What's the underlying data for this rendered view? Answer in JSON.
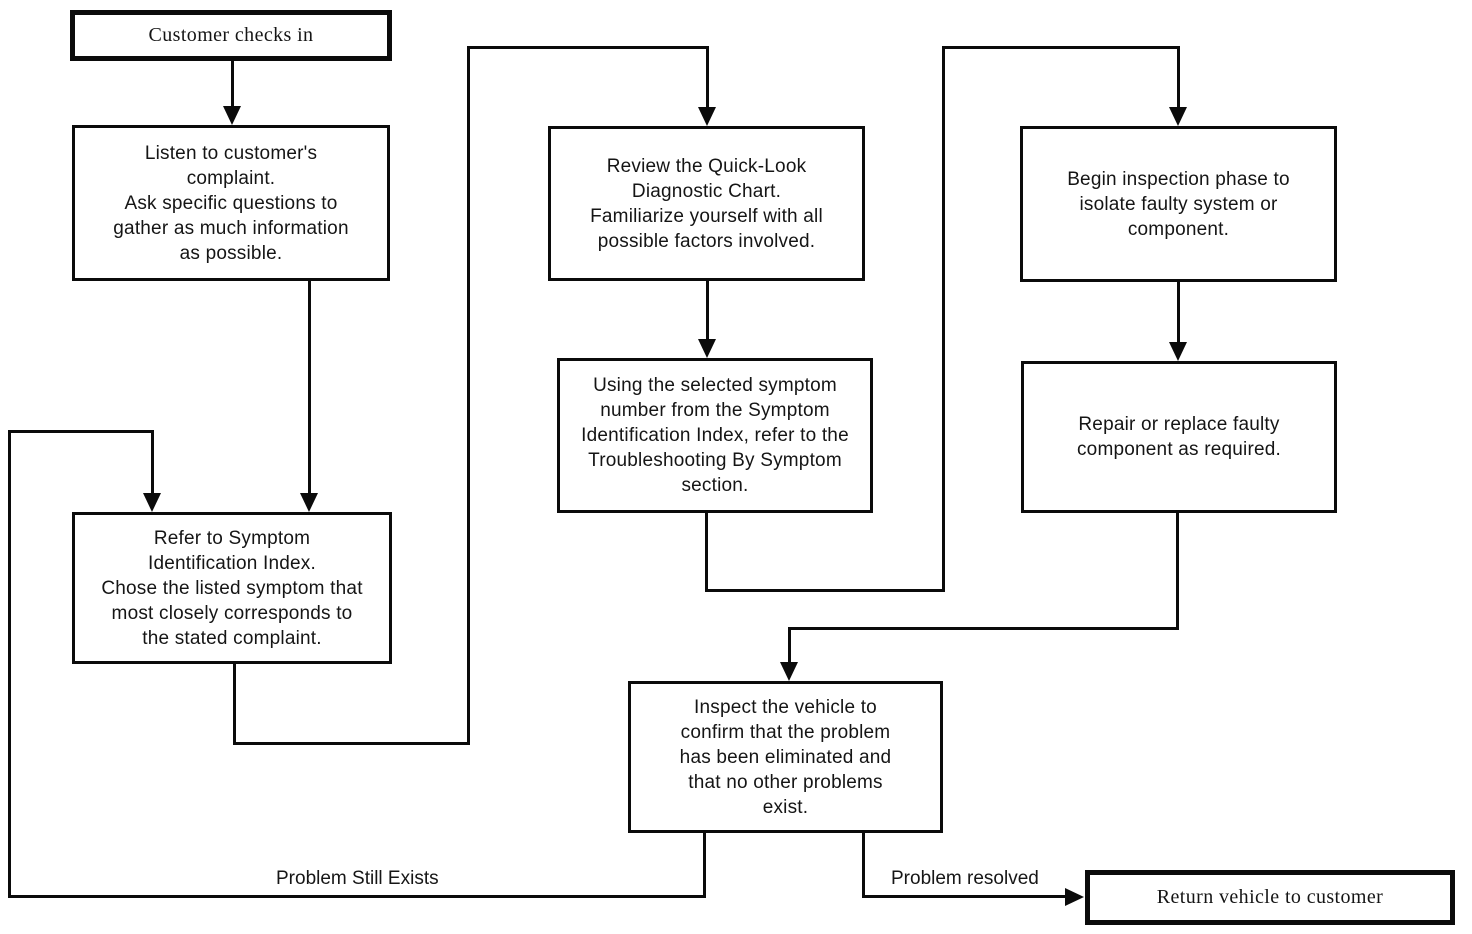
{
  "diagram": {
    "type": "flowchart",
    "nodes": {
      "customer_checks_in": {
        "label": "Customer checks in"
      },
      "listen_complaint": {
        "label": "Listen to customer's\ncomplaint.\nAsk specific questions to\ngather as much information\nas possible."
      },
      "review_chart": {
        "label": "Review the Quick-Look\nDiagnostic Chart.\nFamiliarize yourself with all\npossible factors involved."
      },
      "begin_inspection": {
        "label": "Begin inspection phase to\nisolate faulty system or\ncomponent."
      },
      "using_symptom_number": {
        "label": "Using the selected symptom\nnumber from the Symptom\nIdentification Index, refer to the\nTroubleshooting By Symptom\nsection."
      },
      "repair_replace": {
        "label": "Repair or replace faulty\ncomponent as required."
      },
      "refer_symptom_index": {
        "label": "Refer to Symptom\nIdentification Index.\nChose the listed symptom that\nmost closely corresponds to\nthe stated complaint."
      },
      "inspect_vehicle": {
        "label": "Inspect the vehicle to\nconfirm that the problem\nhas been eliminated and\nthat no other problems\nexist."
      },
      "return_vehicle": {
        "label": "Return vehicle to customer"
      }
    },
    "edge_labels": {
      "problem_still_exists": "Problem Still Exists",
      "problem_resolved": "Problem resolved"
    },
    "colors": {
      "line": "#0b0b0b",
      "background": "#ffffff",
      "text": "#151515"
    }
  }
}
